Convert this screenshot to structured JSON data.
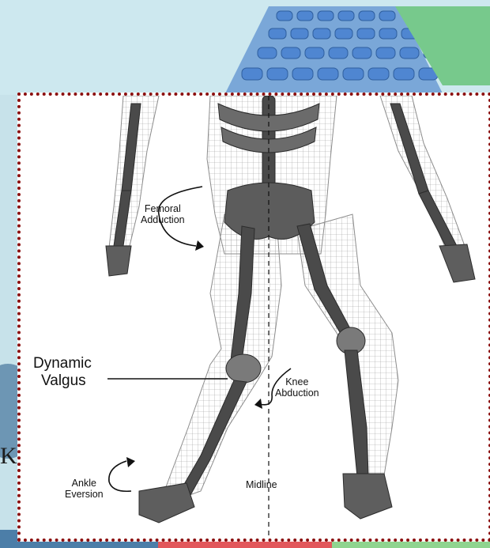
{
  "labels": {
    "femoral_adduction": [
      "Femoral",
      "Adduction"
    ],
    "dynamic_valgus": [
      "Dynamic",
      "Valgus"
    ],
    "knee_abduction": [
      "Knee",
      "Abduction"
    ],
    "ankle_eversion": [
      "Ankle",
      "Eversion"
    ],
    "midline": "Midline"
  },
  "background_text": "KI",
  "colors": {
    "frame_border": "#8b0f0f",
    "page_background": "#c7e2ea",
    "seat_blue": "#5b8fd6",
    "green_banner": "#77c98c"
  }
}
